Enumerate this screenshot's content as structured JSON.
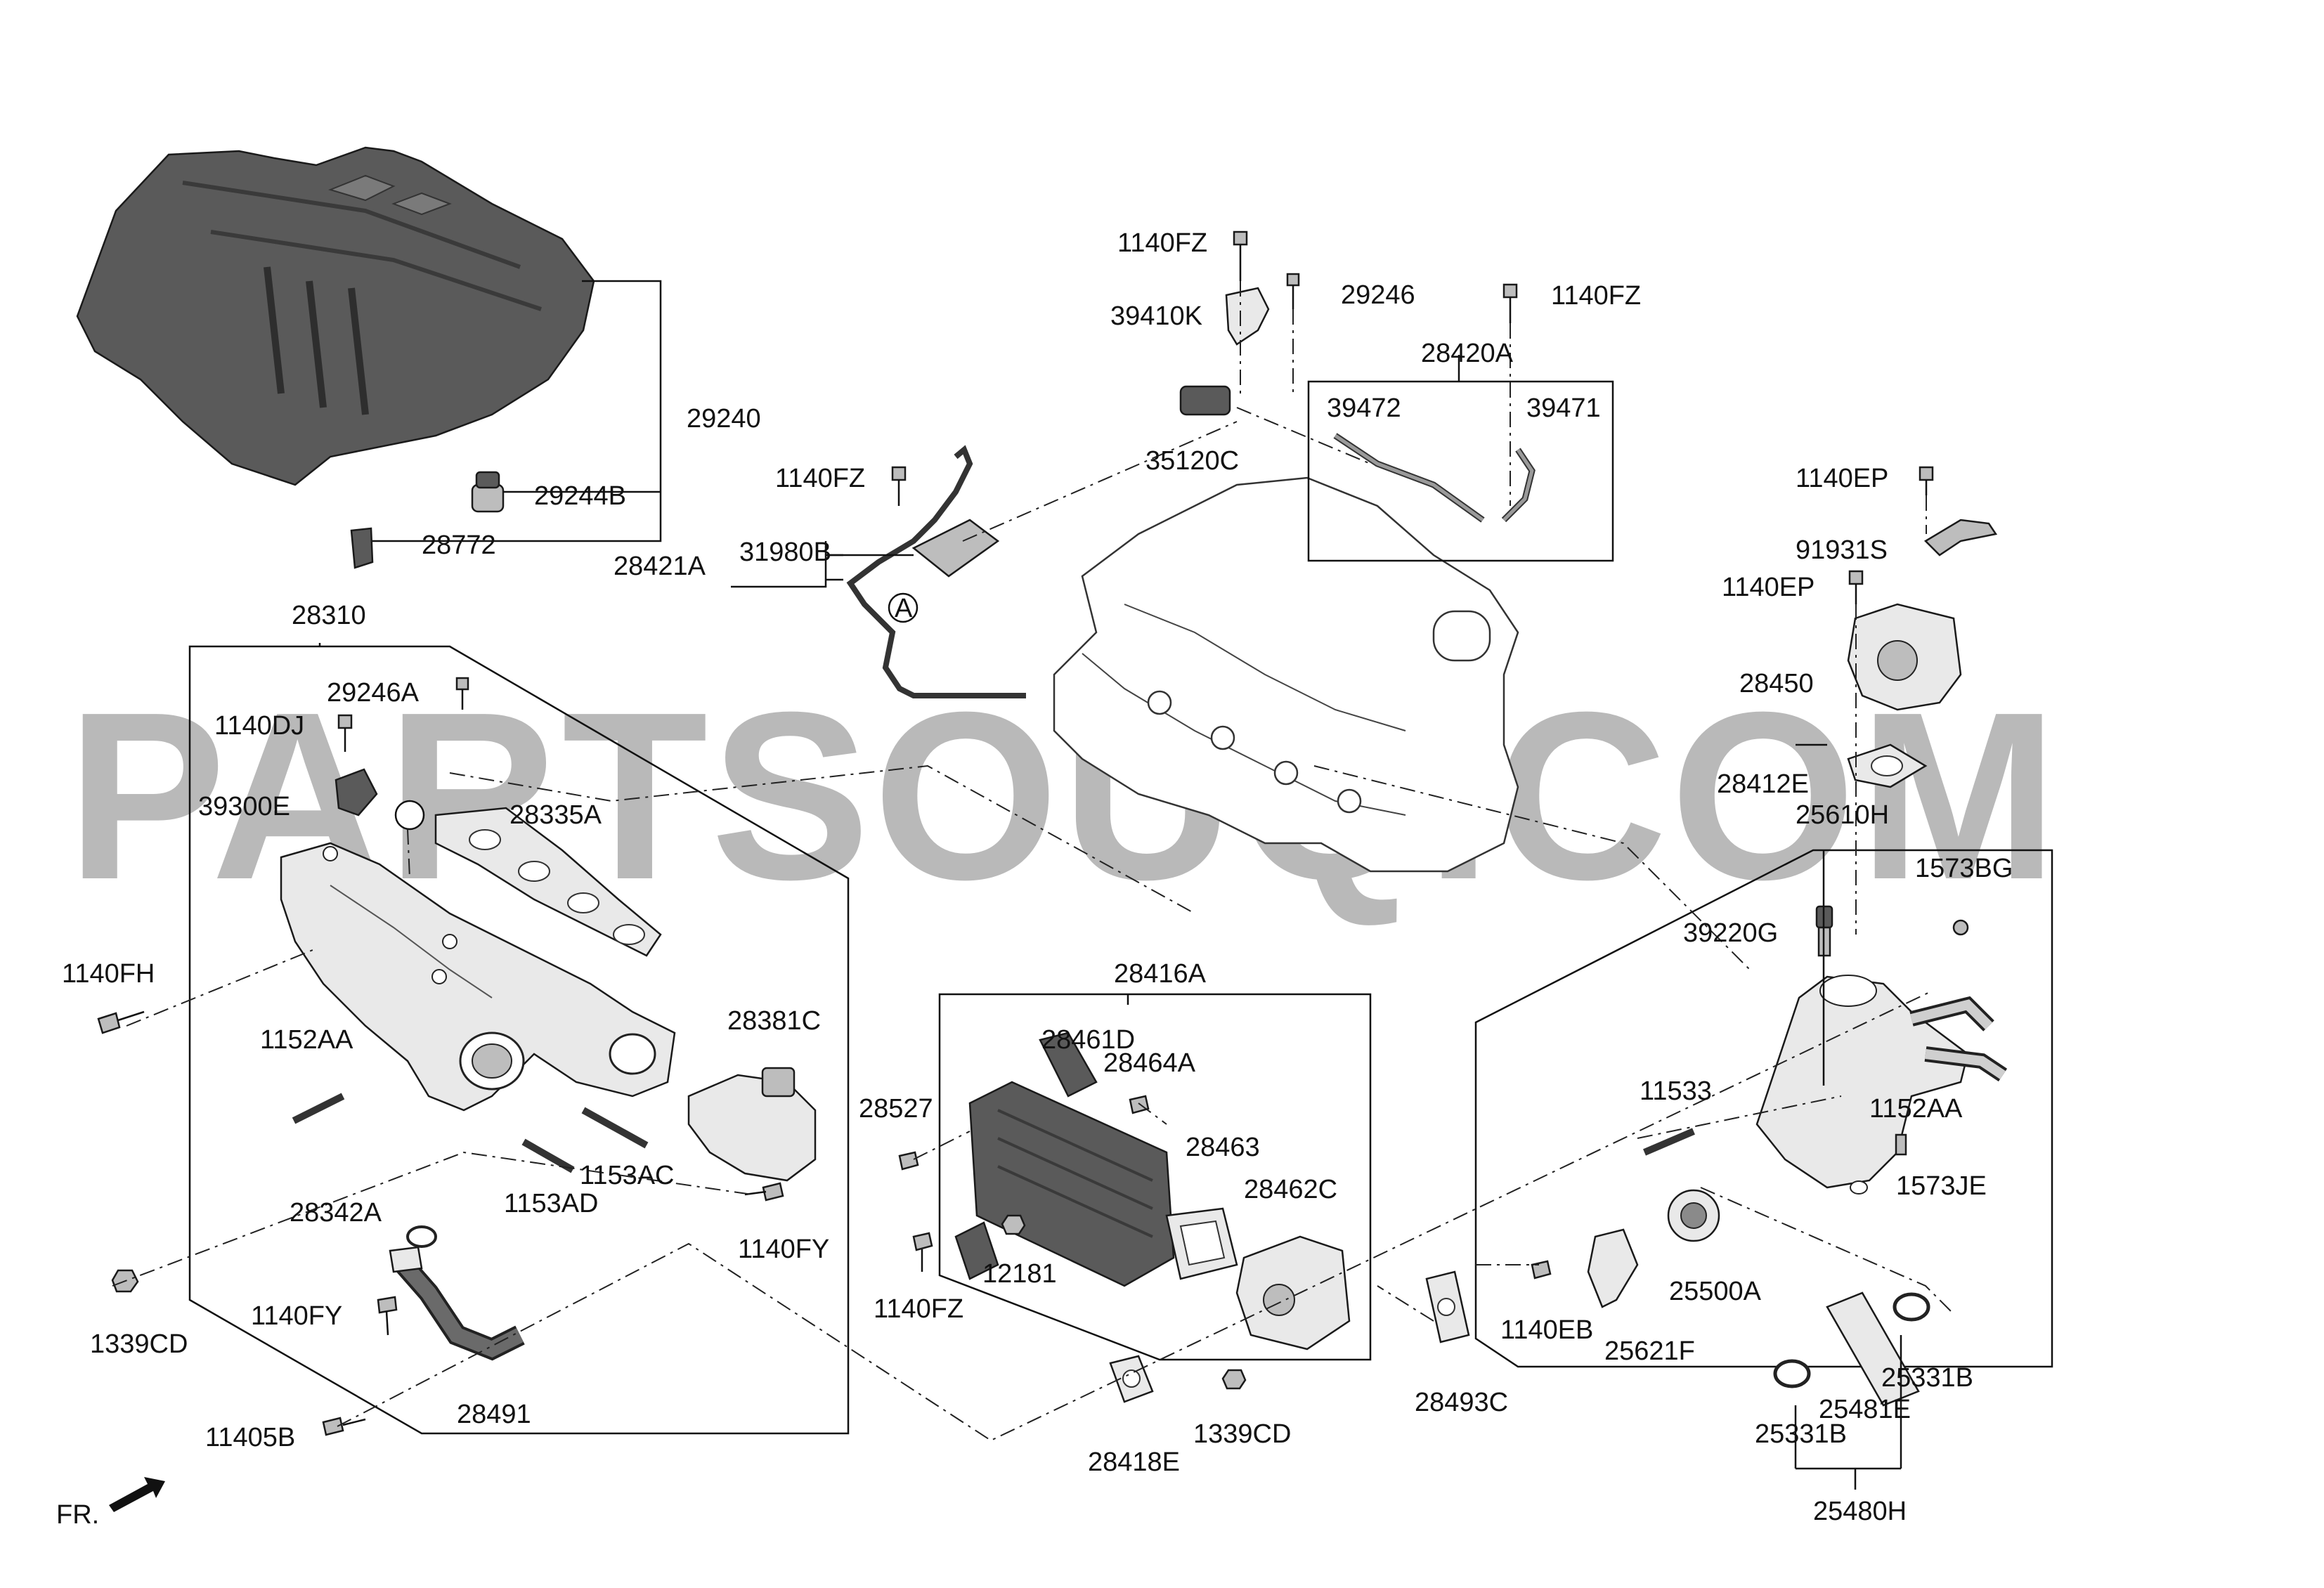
{
  "watermark": "PARTSOUQ.COM",
  "direction_label": "FR.",
  "callout_marker": "A",
  "labels": {
    "l_29240": "29240",
    "l_29244B": "29244B",
    "l_28772": "28772",
    "l_1140FZ_a": "1140FZ",
    "l_39410K": "39410K",
    "l_29246": "29246",
    "l_1140FZ_b": "1140FZ",
    "l_28420A": "28420A",
    "l_39472": "39472",
    "l_39471": "39471",
    "l_35120C": "35120C",
    "l_1140FZ_c": "1140FZ",
    "l_31980B": "31980B",
    "l_28421A": "28421A",
    "l_28310": "28310",
    "l_29246A": "29246A",
    "l_1140DJ": "1140DJ",
    "l_39300E": "39300E",
    "l_28335A": "28335A",
    "l_1140FH": "1140FH",
    "l_1152AA_a": "1152AA",
    "l_28381C": "28381C",
    "l_1153AC": "1153AC",
    "l_1153AD": "1153AD",
    "l_28342A": "28342A",
    "l_1140FY_a": "1140FY",
    "l_1140FY_b": "1140FY",
    "l_1339CD_a": "1339CD",
    "l_28491": "28491",
    "l_11405B": "11405B",
    "l_28416A": "28416A",
    "l_28461D": "28461D",
    "l_28464A": "28464A",
    "l_28527": "28527",
    "l_28463": "28463",
    "l_28462C": "28462C",
    "l_12181": "12181",
    "l_1140FZ_d": "1140FZ",
    "l_1339CD_b": "1339CD",
    "l_28418E": "28418E",
    "l_28493C": "28493C",
    "l_1140EP_a": "1140EP",
    "l_91931S": "91931S",
    "l_1140EP_b": "1140EP",
    "l_28450": "28450",
    "l_28412E": "28412E",
    "l_25610H": "25610H",
    "l_1573BG": "1573BG",
    "l_39220G": "39220G",
    "l_11533": "11533",
    "l_1152AA_b": "1152AA",
    "l_1573JE": "1573JE",
    "l_25500A": "25500A",
    "l_1140EB": "1140EB",
    "l_25621F": "25621F",
    "l_25331B_a": "25331B",
    "l_25481E": "25481E",
    "l_25331B_b": "25331B",
    "l_25480H": "25480H"
  }
}
